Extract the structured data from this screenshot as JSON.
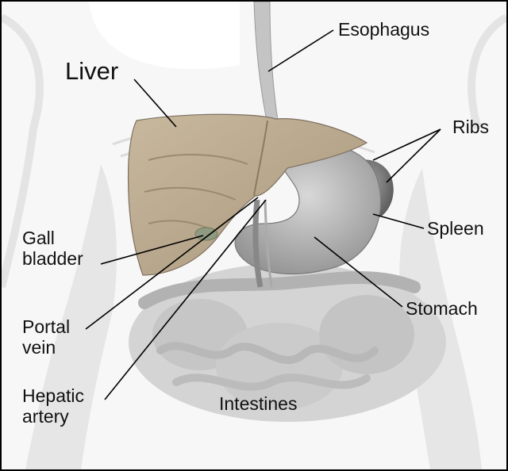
{
  "labels": {
    "esophagus": "Esophagus",
    "liver": "Liver",
    "ribs": "Ribs",
    "spleen": "Spleen",
    "gall_bladder": [
      "Gall",
      "bladder"
    ],
    "stomach": "Stomach",
    "portal_vein": [
      "Portal",
      "vein"
    ],
    "hepatic_artery": [
      "Hepatic",
      "artery"
    ],
    "intestines": "Intestines"
  },
  "colors": {
    "liver": "#b5a48a",
    "liver_dark": "#8e7e66",
    "stomach": "#9e9e9e",
    "intestines": "#c9c9c9",
    "body_outline": "#e9e9e9",
    "leader_line": "#000000"
  }
}
